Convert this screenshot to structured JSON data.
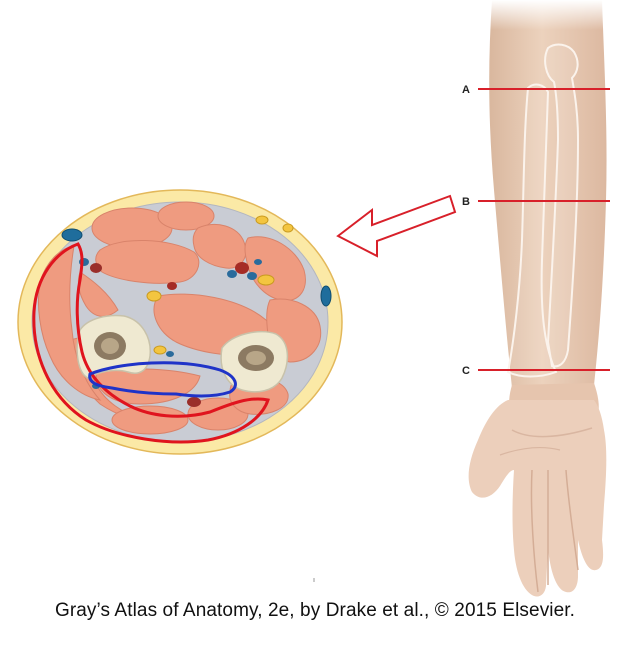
{
  "levels": [
    {
      "label": "A"
    },
    {
      "label": "B"
    },
    {
      "label": "C"
    }
  ],
  "caption": "Gray’s Atlas of Anatomy, 2e, by Drake et al., © 2015 Elsevier.",
  "colors": {
    "skin": "#fbe9a6",
    "muscle": "#ef9b80",
    "fascia": "#c9ccd4",
    "bone": "#efe9d1",
    "highlight_red": "#e0141e",
    "highlight_blue": "#1f33c8",
    "level_line": "#d8202a",
    "arrow": "#d8202a"
  },
  "icons": [
    "arrow-left-icon"
  ]
}
